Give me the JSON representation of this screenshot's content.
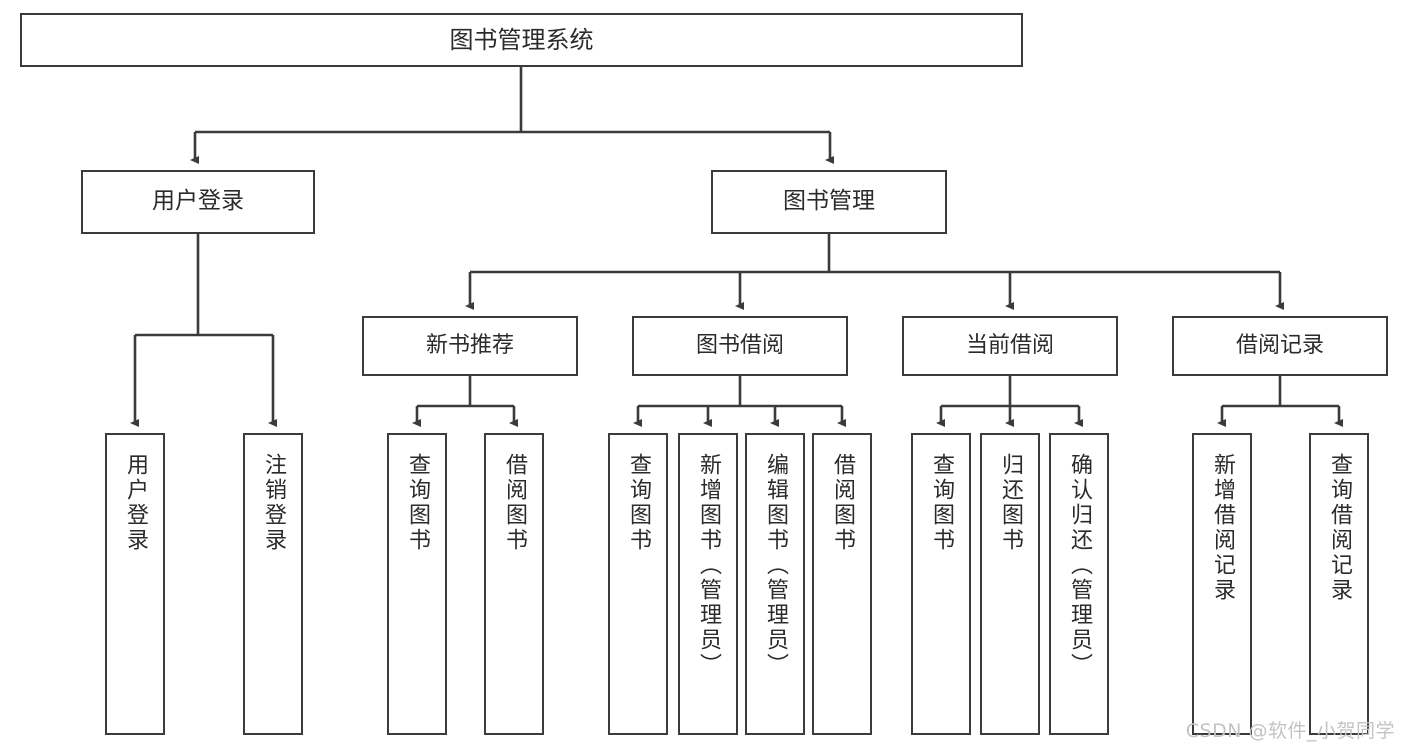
{
  "diagram": {
    "title": "图书管理系统",
    "watermark": "CSDN @软件_小贺同学",
    "stroke_color": "#3b3b3b",
    "text_color": "#2b2b2b",
    "background_color": "#ffffff",
    "root": {
      "label": "图书管理系统"
    },
    "level2": [
      {
        "label": "用户登录"
      },
      {
        "label": "图书管理"
      }
    ],
    "level3": [
      {
        "label": "新书推荐"
      },
      {
        "label": "图书借阅"
      },
      {
        "label": "当前借阅"
      },
      {
        "label": "借阅记录"
      }
    ],
    "leaves": {
      "user_login": [
        {
          "label": "用户登录"
        },
        {
          "label": "注销登录"
        }
      ],
      "new_book_recommend": [
        {
          "label": "查询图书"
        },
        {
          "label": "借阅图书"
        }
      ],
      "book_borrow": [
        {
          "label": "查询图书"
        },
        {
          "label": "新增图书（管理员）"
        },
        {
          "label": "编辑图书（管理员）"
        },
        {
          "label": "借阅图书"
        }
      ],
      "current_borrow": [
        {
          "label": "查询图书"
        },
        {
          "label": "归还图书"
        },
        {
          "label": "确认归还（管理员）"
        }
      ],
      "borrow_record": [
        {
          "label": "新增借阅记录"
        },
        {
          "label": "查询借阅记录"
        }
      ]
    }
  }
}
